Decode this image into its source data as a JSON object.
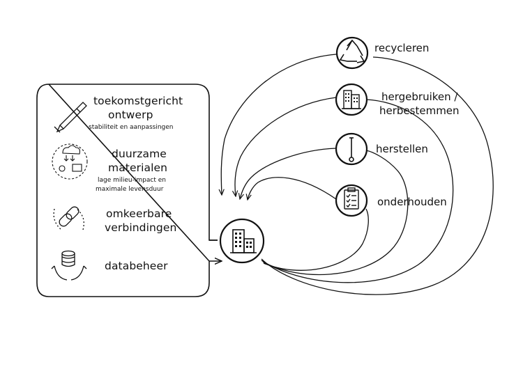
{
  "left_panel": {
    "items": [
      {
        "title_line1": "toekomstgericht",
        "title_line2": "ontwerp",
        "subtitle_line1": "stabiliteit en aanpassingen",
        "subtitle_line2": "",
        "icon": "pen-icon"
      },
      {
        "title_line1": "duurzame",
        "title_line2": "materialen",
        "subtitle_line1": "lage milieu-impact en",
        "subtitle_line2": "maximale levensduur",
        "icon": "co2-materials-icon"
      },
      {
        "title_line1": "omkeerbare",
        "title_line2": "verbindingen",
        "subtitle_line1": "",
        "subtitle_line2": "",
        "icon": "chain-link-icon"
      },
      {
        "title_line1": "databeheer",
        "title_line2": "",
        "subtitle_line1": "",
        "subtitle_line2": "",
        "icon": "database-hands-icon"
      }
    ]
  },
  "right_labels": {
    "recycleren": "recycleren",
    "hergebruiken_line1": "hergebruiken /",
    "hergebruiken_line2": "herbestemmen",
    "herstellen": "herstellen",
    "onderhouden": "onderhouden"
  },
  "icons": {
    "center": "building-icon",
    "recycleren": "recycle-icon",
    "hergebruiken": "building-reuse-icon",
    "herstellen": "wrench-icon",
    "onderhouden": "clipboard-checklist-icon"
  },
  "colors": {
    "line": "#111111",
    "background": "#ffffff"
  }
}
